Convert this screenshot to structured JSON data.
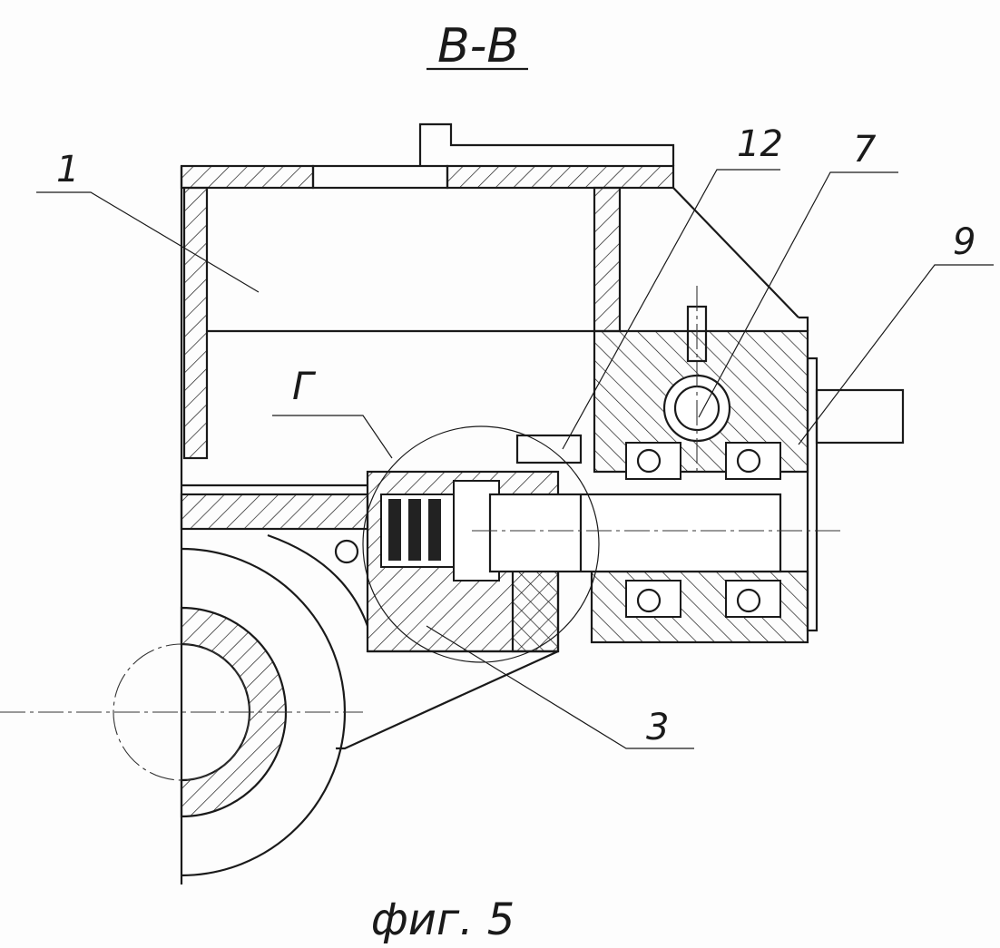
{
  "drawing": {
    "section_title": "В-В",
    "figure_caption": "фиг. 5",
    "detail_label": "Г",
    "callouts": [
      {
        "id": "1",
        "label": "1"
      },
      {
        "id": "12",
        "label": "12"
      },
      {
        "id": "7",
        "label": "7"
      },
      {
        "id": "9",
        "label": "9"
      },
      {
        "id": "3",
        "label": "3"
      }
    ],
    "line_color": "#1a1a1a"
  }
}
